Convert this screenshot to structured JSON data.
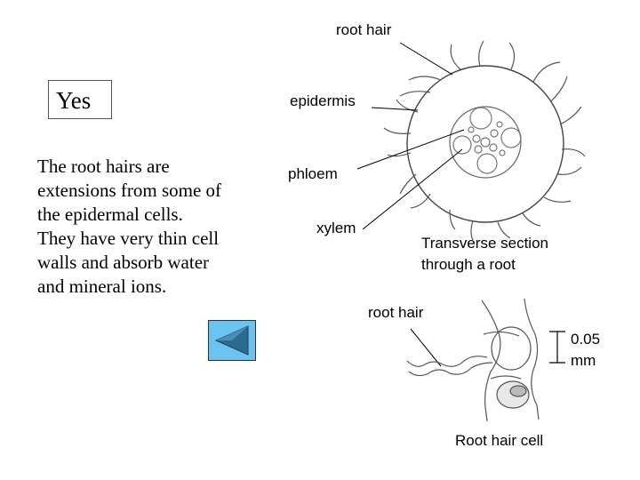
{
  "answer": "Yes",
  "explanation_lines": [
    "The root hairs are",
    "extensions from some of",
    "the epidermal cells.",
    "They have very thin cell",
    "walls and absorb water",
    "and mineral ions."
  ],
  "transverse_diagram": {
    "labels": {
      "root_hair": "root hair",
      "epidermis": "epidermis",
      "phloem": "phloem",
      "xylem": "xylem"
    },
    "caption_lines": [
      "Transverse section",
      "through a root"
    ]
  },
  "cell_diagram": {
    "label_root_hair": "root hair",
    "scale_lines": [
      "0.05",
      "mm"
    ],
    "caption": "Root hair cell"
  },
  "nav": {
    "back_icon": "triangle-left-icon"
  }
}
